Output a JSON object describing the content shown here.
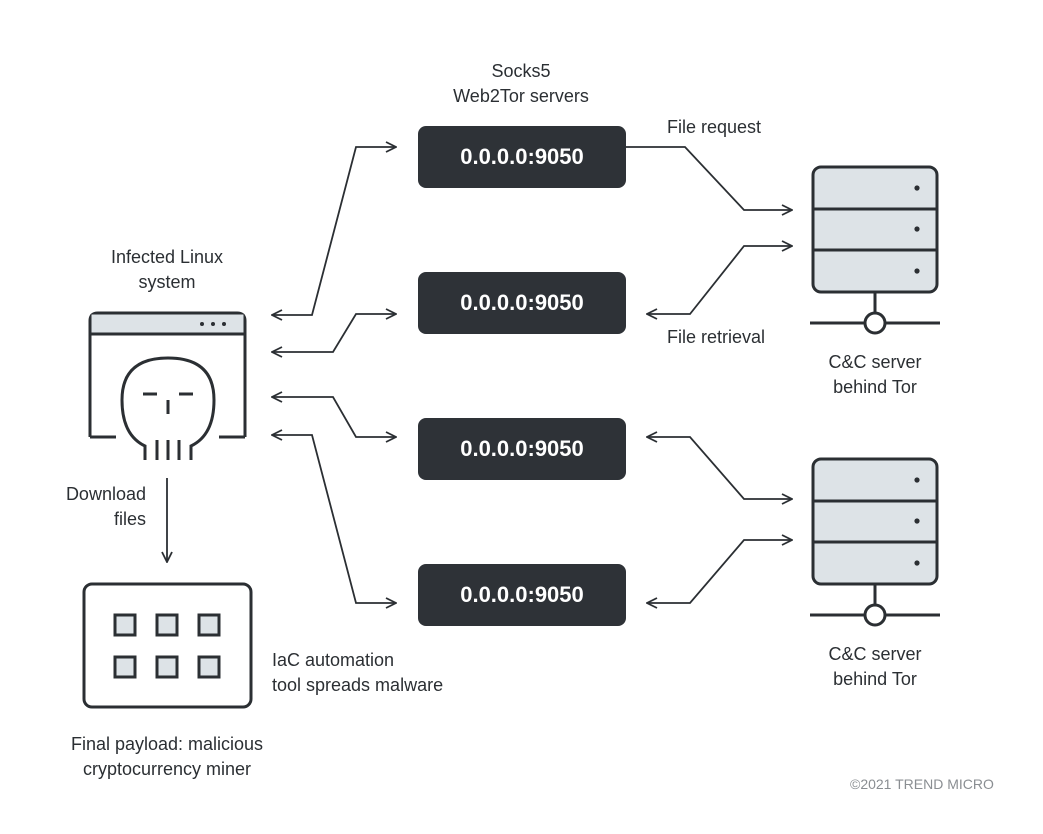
{
  "title_line1": "Socks5",
  "title_line2": "Web2Tor servers",
  "infected_label_line1": "Infected Linux",
  "infected_label_line2": "system",
  "download_label_line1": "Download",
  "download_label_line2": "files",
  "payload_label_line1": "Final payload: malicious",
  "payload_label_line2": "cryptocurrency miner",
  "iac_label_line1": "IaC automation",
  "iac_label_line2": "tool spreads malware",
  "tor_servers": [
    {
      "address": "0.0.0.0:9050"
    },
    {
      "address": "0.0.0.0:9050"
    },
    {
      "address": "0.0.0.0:9050"
    },
    {
      "address": "0.0.0.0:9050"
    }
  ],
  "file_request_label": "File request",
  "file_retrieval_label": "File retrieval",
  "cc_server_1_line1": "C&C server",
  "cc_server_1_line2": "behind Tor",
  "cc_server_2_line1": "C&C server",
  "cc_server_2_line2": "behind Tor",
  "copyright": "©2021 TREND MICRO",
  "colors": {
    "dark": "#2e3237",
    "stroke": "#2b2f33",
    "light_fill": "#dde3e7",
    "muted_text": "#8a8e92"
  }
}
